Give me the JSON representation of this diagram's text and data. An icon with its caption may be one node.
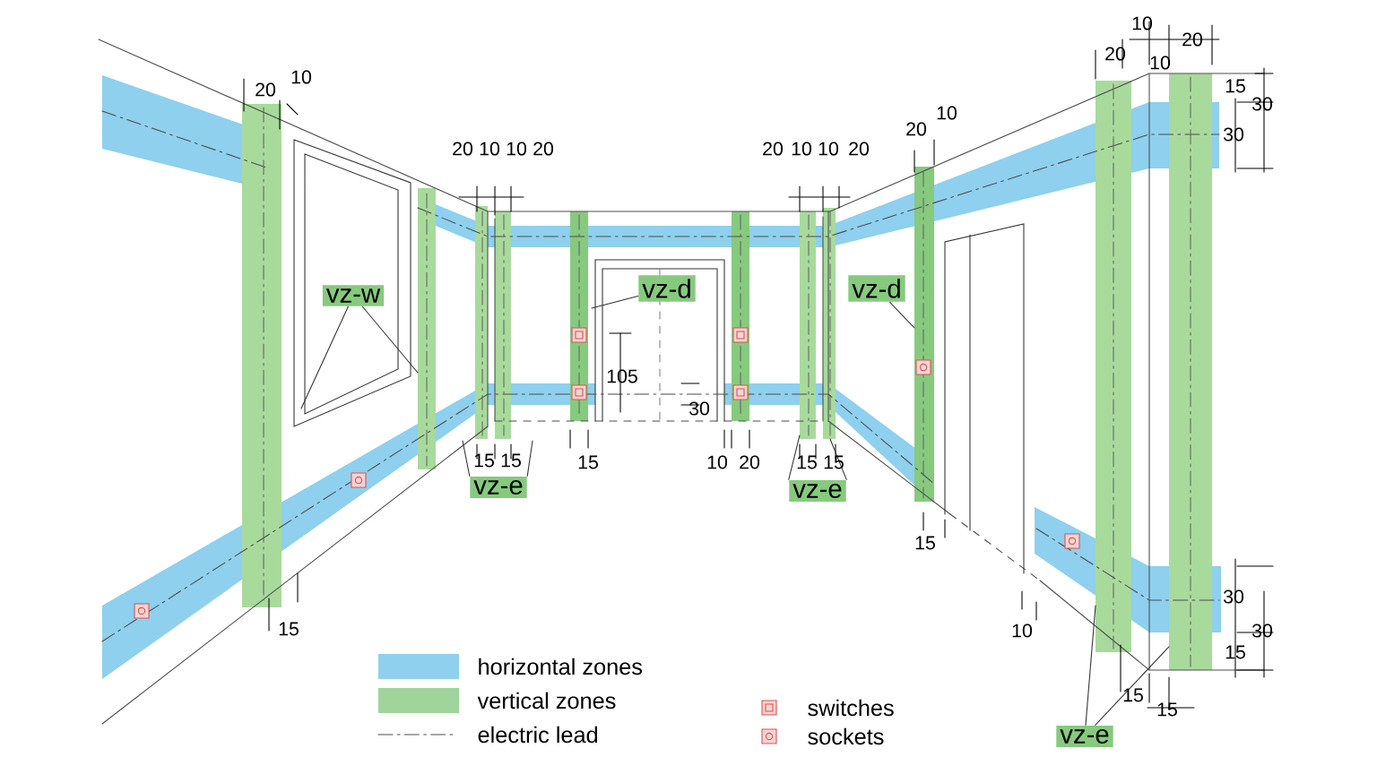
{
  "diagram": {
    "nodes": [
      {
        "text": [
          "vz-w"
        ]
      },
      {
        "text": [
          "vz-d"
        ]
      },
      {
        "text": [
          "vz-d"
        ]
      },
      {
        "text": [
          "vz-e"
        ]
      },
      {
        "text": [
          "vz-e"
        ]
      },
      {
        "text": [
          "vz-e"
        ]
      }
    ],
    "edges": [
      {
        "from": 0,
        "to": null,
        "arrow": "none"
      },
      {
        "from": 0,
        "to": null,
        "arrow": "none"
      },
      {
        "from": 1,
        "to": null,
        "arrow": "none"
      },
      {
        "from": 2,
        "to": null,
        "arrow": "none"
      },
      {
        "from": 3,
        "to": null,
        "arrow": "none"
      },
      {
        "from": 3,
        "to": null,
        "arrow": "none"
      },
      {
        "from": 4,
        "to": null,
        "arrow": "none"
      },
      {
        "from": 4,
        "to": null,
        "arrow": "none"
      },
      {
        "from": 5,
        "to": null,
        "arrow": "none"
      },
      {
        "from": 5,
        "to": null,
        "arrow": "none"
      }
    ],
    "labels": [
      "20",
      "10",
      "20",
      "10",
      "10",
      "20",
      "20",
      "10",
      "10",
      "20",
      "20",
      "10",
      "10",
      "20",
      "20",
      "10",
      "15",
      "30",
      "30",
      "105",
      "30",
      "15",
      "15",
      "15",
      "10",
      "20",
      "15",
      "15",
      "15",
      "30",
      "15",
      "10",
      "30",
      "15",
      "15",
      "15"
    ],
    "legend": [
      {
        "text": "horizontal zones",
        "color": "#8ed0ee"
      },
      {
        "text": "vertical zones",
        "color": "#9fd49a"
      },
      {
        "text": "electric lead"
      },
      {
        "text": "switches"
      },
      {
        "text": "sockets"
      }
    ]
  }
}
